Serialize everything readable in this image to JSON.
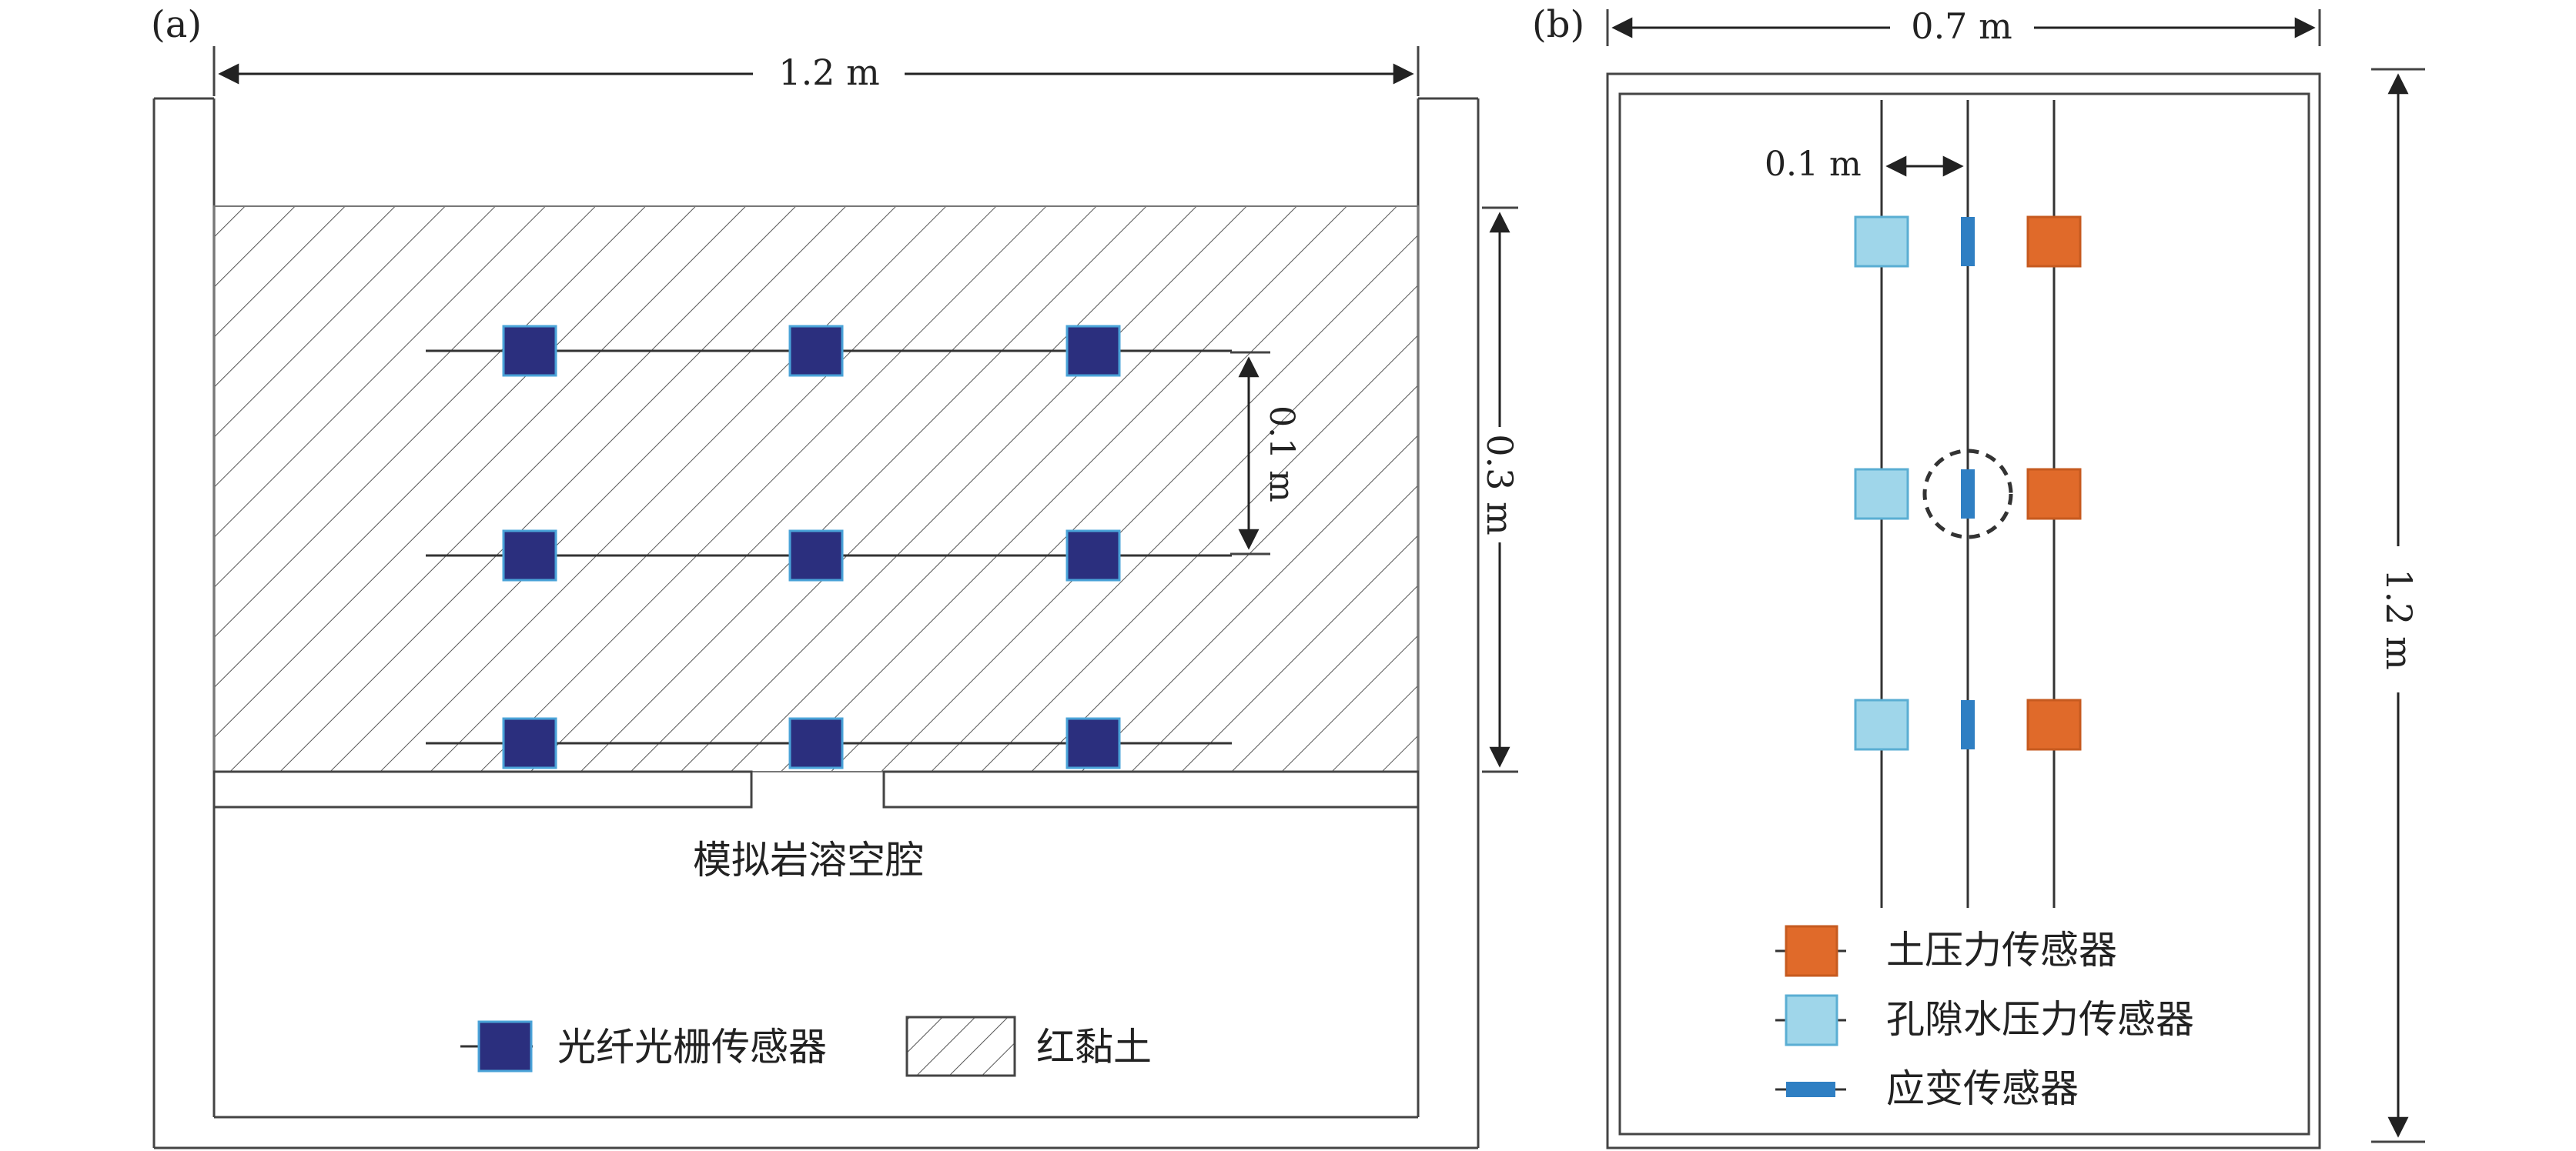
{
  "panel_a": {
    "label": "(a)",
    "width_dim": "1.2 m",
    "height_dim": "0.3 m",
    "spacing_dim": "0.1 m",
    "cavity_label": "模拟岩溶空腔",
    "legend": {
      "fbg_sensor": "光纤光栅传感器",
      "red_clay": "红黏土"
    },
    "colors": {
      "fbg_fill": "#2b2f7e",
      "fbg_edge": "#4aa3d8"
    }
  },
  "panel_b": {
    "label": "(b)",
    "width_dim": "0.7 m",
    "height_dim": "1.2 m",
    "spacing_dim": "0.1 m",
    "legend": {
      "earth_pressure": "土压力传感器",
      "pore_water": "孔隙水压力传感器",
      "strain": "应变传感器"
    },
    "colors": {
      "earth_pressure": "#e06a2a",
      "pore_water": "#9fd6ea",
      "strain": "#2f7fc3"
    }
  }
}
